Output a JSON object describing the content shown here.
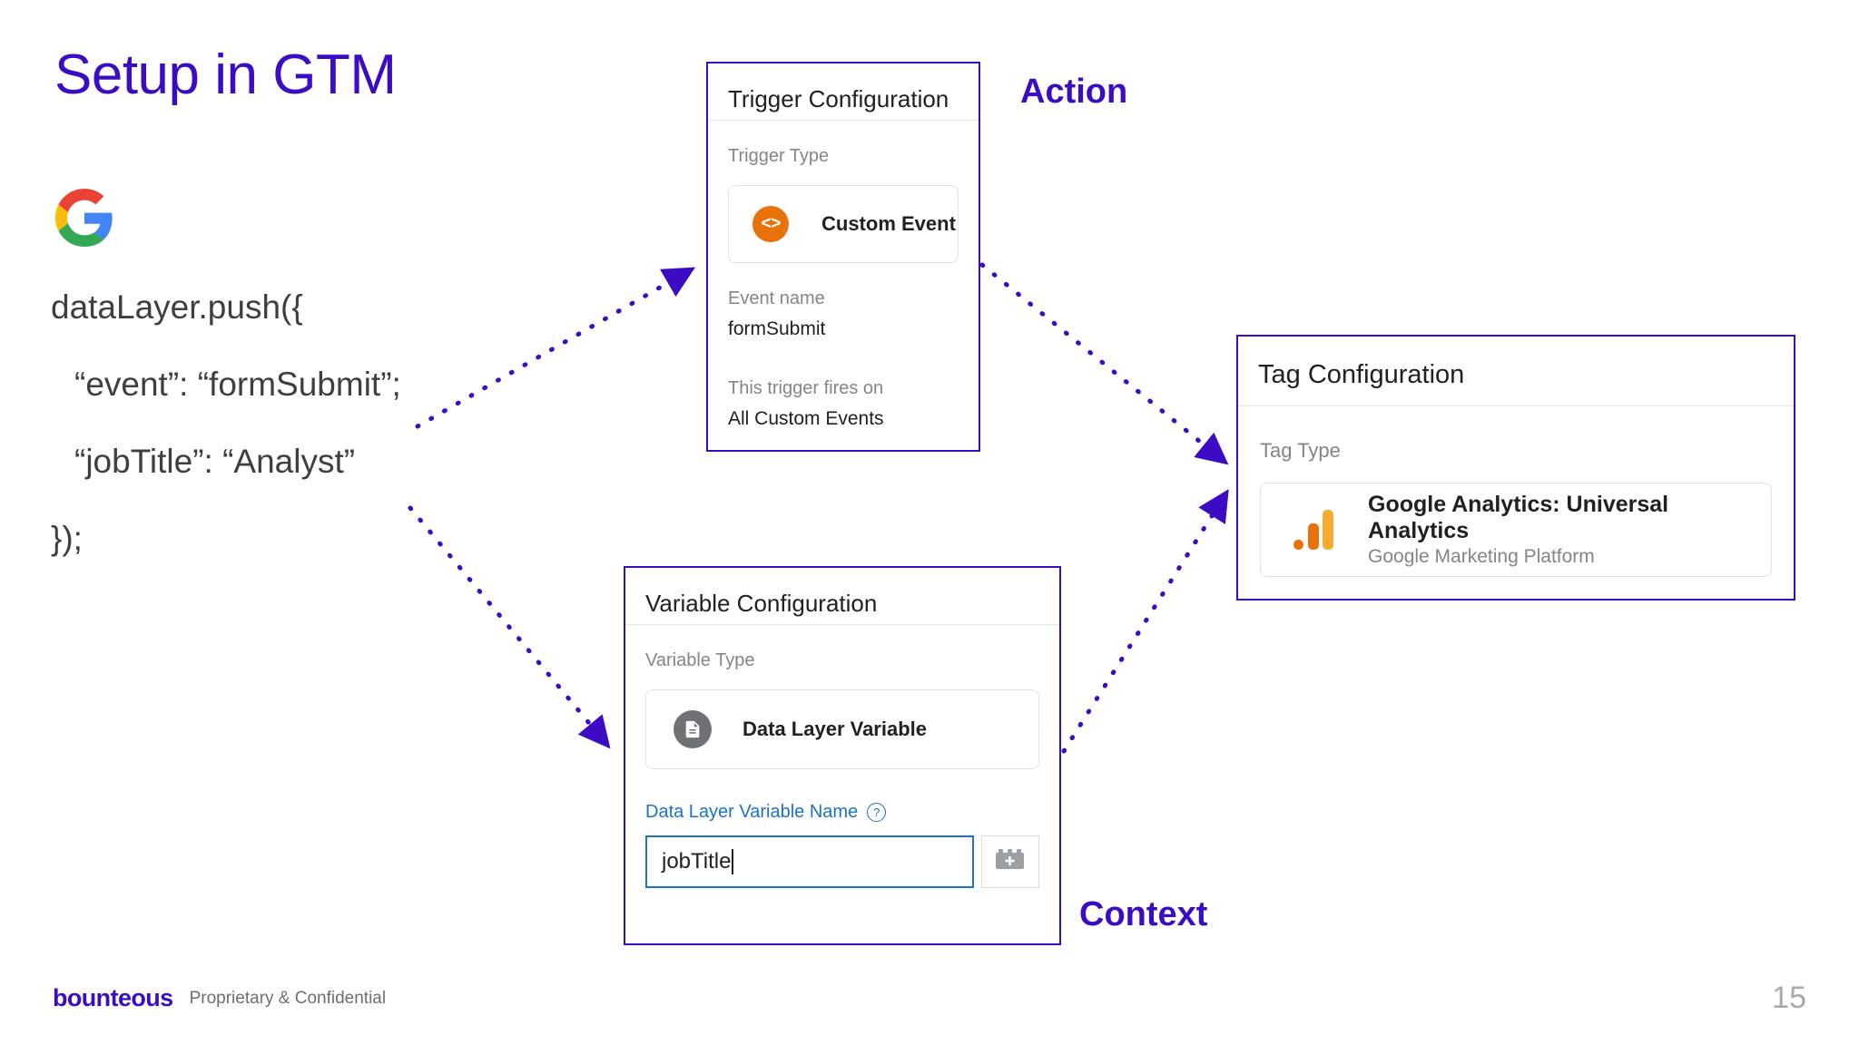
{
  "slide": {
    "title": "Setup in GTM",
    "page_number": "15",
    "accent_color": "#3B0CC4"
  },
  "logo": {
    "name": "google-g-logo",
    "colors": {
      "red": "#EA4335",
      "yellow": "#FBBC05",
      "green": "#34A853",
      "blue": "#4285F4"
    }
  },
  "code": {
    "lines": [
      "dataLayer.push({",
      "“event”: “formSubmit”;",
      "“jobTitle”: “Analyst”",
      "});"
    ]
  },
  "annotations": {
    "action": "Action",
    "context": "Context"
  },
  "trigger_card": {
    "title": "Trigger Configuration",
    "type_label": "Trigger Type",
    "type_name": "Custom Event",
    "type_icon": "code-brackets-icon",
    "type_icon_color": "#E8710A",
    "event_name_label": "Event name",
    "event_name_value": "formSubmit",
    "fires_on_label": "This trigger fires on",
    "fires_on_value": "All Custom Events"
  },
  "tag_card": {
    "title": "Tag Configuration",
    "type_label": "Tag Type",
    "type_name": "Google Analytics: Universal Analytics",
    "type_vendor": "Google Marketing Platform",
    "type_icon": "google-analytics-icon",
    "icon_colors": {
      "dark": "#E8710A",
      "light": "#F9AB2E"
    }
  },
  "variable_card": {
    "title": "Variable Configuration",
    "type_label": "Variable Type",
    "type_name": "Data Layer Variable",
    "type_icon": "document-icon",
    "type_icon_color": "#6E7277",
    "name_field_label": "Data Layer Variable Name",
    "help_icon": "help-circle-icon",
    "name_field_value": "jobTitle",
    "add_variable_icon": "lego-brick-plus-icon"
  },
  "footer": {
    "brand": "bounteous",
    "note": "Proprietary & Confidential"
  }
}
